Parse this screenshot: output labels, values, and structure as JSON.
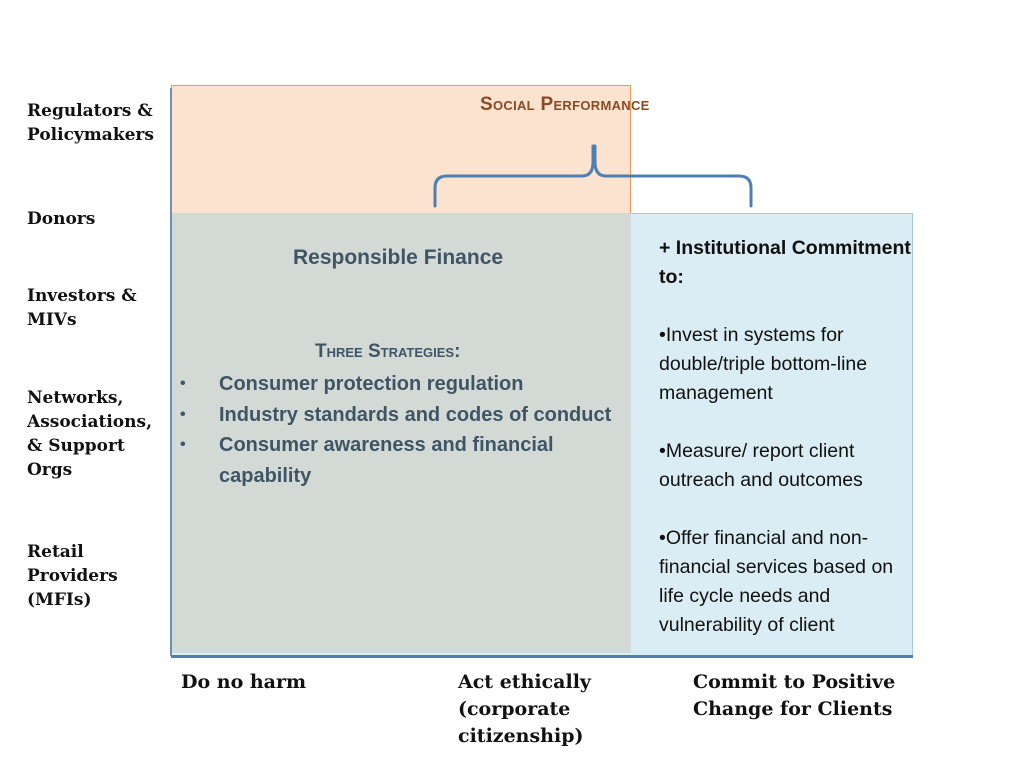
{
  "row_labels": [
    "Regulators & Policymakers",
    "Donors",
    "Investors & MIVs",
    "Networks, Associations, & Support Orgs",
    "Retail Providers (MFIs)"
  ],
  "column_labels": [
    "Do no harm",
    "Act ethically (corporate citizenship)",
    "Commit to Positive Change for Clients"
  ],
  "social_performance": {
    "title": "Social Performance"
  },
  "responsible_finance": {
    "title": "Responsible Finance",
    "strategies_heading": "Three Strategies:",
    "bullet_char": "•",
    "strategies": [
      "Consumer protection regulation",
      "Industry standards and codes of conduct",
      "Consumer awareness and financial capability"
    ]
  },
  "commitment": {
    "heading": "+ Institutional Commitment to:",
    "items": [
      "•Invest in systems for double/triple bottom-line management",
      "•Measure/ report client outreach and outcomes",
      "•Offer financial and non-financial services based on life cycle needs and vulnerability of client"
    ]
  },
  "colors": {
    "social_box": "#fce3cf",
    "commit_box": "#cde6f0",
    "responsible_box": "#d3dad6",
    "brace": "#4d7fb5",
    "axis": "#4d7fb5"
  }
}
